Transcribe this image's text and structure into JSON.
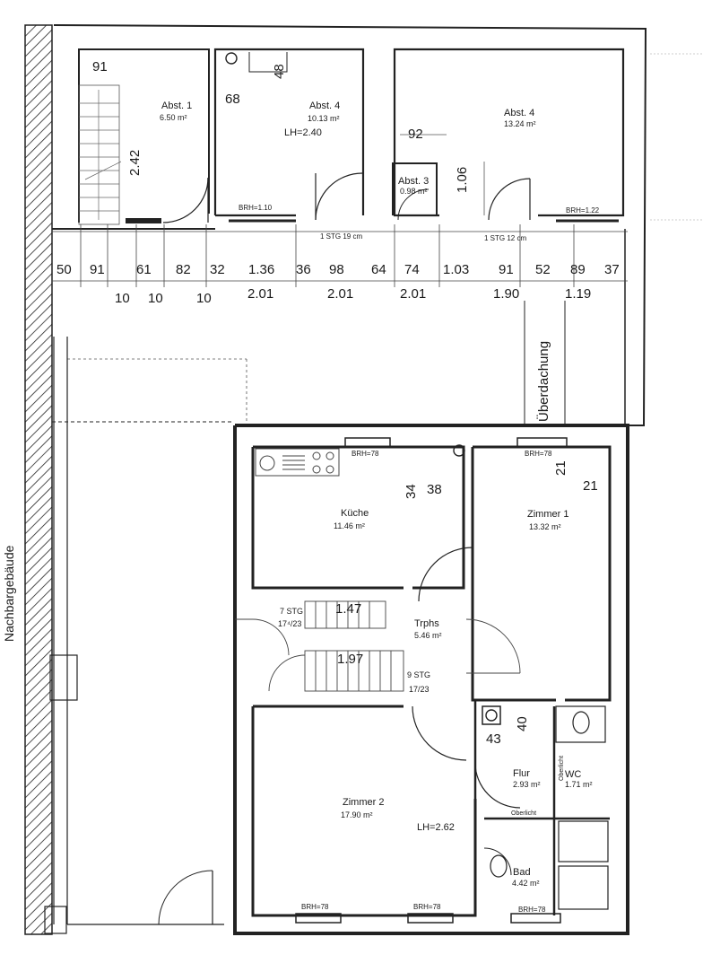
{
  "plan": {
    "neighbor_label": "Nachbargebäude",
    "roof_label": "Überdachung",
    "rooms": {
      "abst1": {
        "name": "Abst. 1",
        "area": "6.50 m²"
      },
      "abst4a": {
        "name": "Abst. 4",
        "area": "10.13 m²",
        "height": "LH=2.40"
      },
      "abst4b": {
        "name": "Abst. 4",
        "area": "13.24 m²"
      },
      "abst3": {
        "name": "Abst. 3",
        "area": "0.98 m²"
      },
      "kueche": {
        "name": "Küche",
        "area": "11.46 m²"
      },
      "zimmer1": {
        "name": "Zimmer 1",
        "area": "13.32 m²"
      },
      "trphs": {
        "name": "Trphs",
        "area": "5.46 m²"
      },
      "zimmer2": {
        "name": "Zimmer 2",
        "area": "17.90 m²",
        "height": "LH=2.62"
      },
      "flur": {
        "name": "Flur",
        "area": "2.93 m²"
      },
      "wc": {
        "name": "WC",
        "area": "1.71 m²"
      },
      "bad": {
        "name": "Bad",
        "area": "4.42 m²"
      }
    },
    "parapets": {
      "abst4a": "BRH=1.10",
      "abst4b": "BRH=1.22",
      "kueche": "BRH=78",
      "zimmer1": "BRH=78",
      "zimmer2_left": "BRH=78",
      "zimmer2_right": "BRH=78",
      "bad": "BRH=78"
    },
    "stairs": {
      "upper_left": "1 STG 19 cm",
      "upper_right": "1 STG 12 cm",
      "stair7": "7 STG",
      "stair7_ratio": "17⁴/23",
      "stair9": "9 STG",
      "stair9_ratio": "17/23"
    },
    "notes": {
      "oberlicht_h": "Oberlicht",
      "oberlicht_v": "Oberlicht"
    },
    "dims_top_row": [
      "50",
      "91",
      "61",
      "82",
      "32",
      "1.36",
      "36",
      "98",
      "64",
      "74",
      "1.03",
      "91",
      "52",
      "89",
      "37"
    ],
    "dims_bottom_row": [
      "10",
      "10",
      "10",
      "2.01",
      "2.01",
      "2.01",
      "1.90",
      "1.19"
    ],
    "dims_inner": {
      "abst1_w": "91",
      "abst1_h": "2.42",
      "abst4a_a": "68",
      "abst4a_b": "48",
      "abst4b_a": "92",
      "abst4b_b": "1.06",
      "kueche_a": "34",
      "kueche_b": "38",
      "zimmer1_a": "21",
      "zimmer1_b": "21",
      "stair_a": "1.47",
      "stair_b": "1.97",
      "flur_a": "40",
      "flur_b": "43"
    }
  }
}
